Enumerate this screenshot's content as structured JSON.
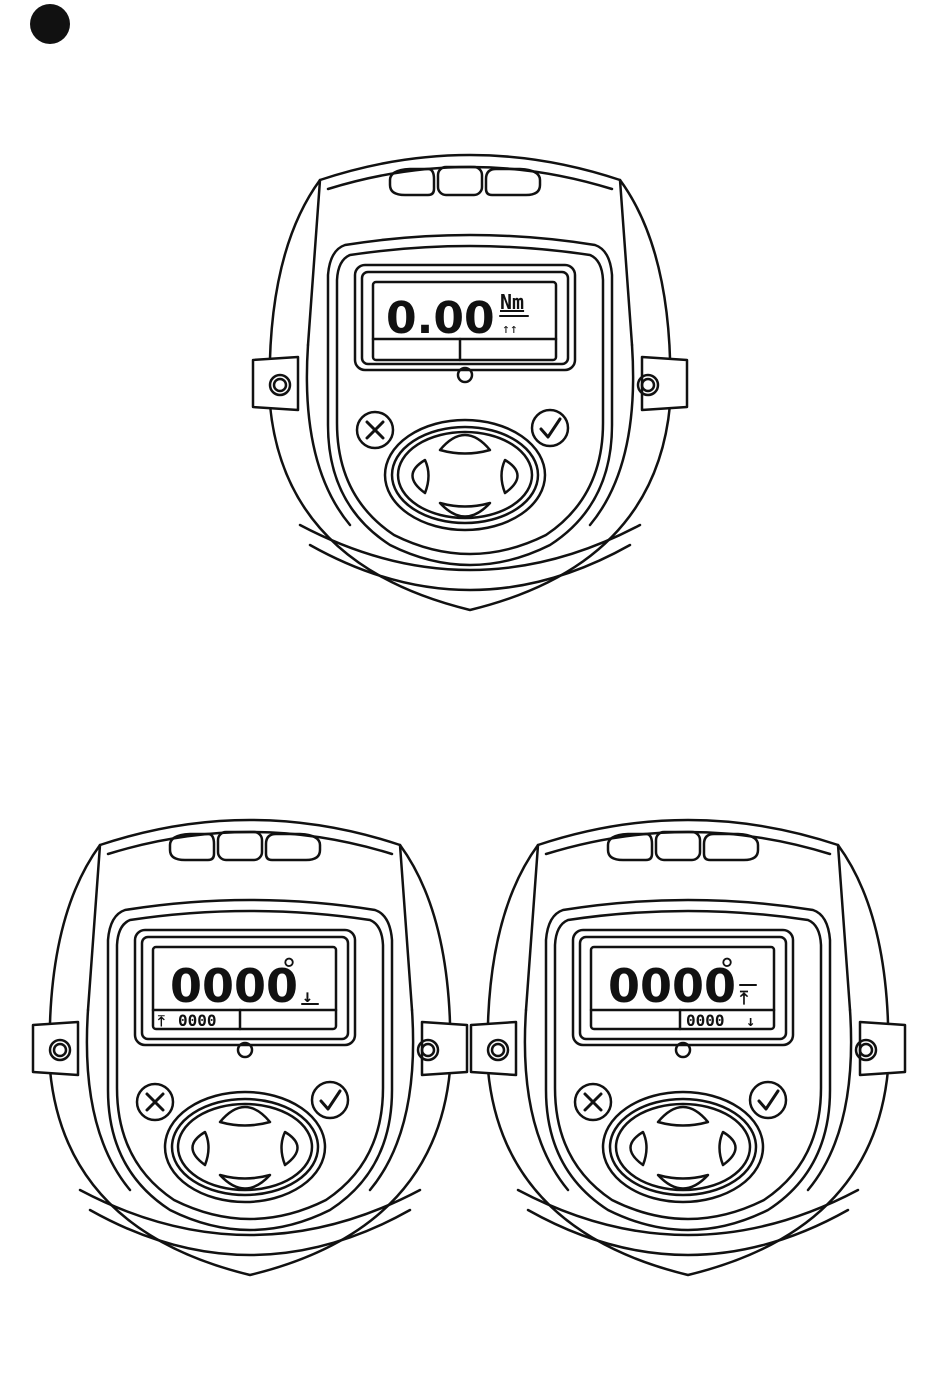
{
  "devices": [
    {
      "id": "torque",
      "display": {
        "main_value": "0.00",
        "unit": "Nm",
        "mode_symbol": "↑↑",
        "sub_left": "",
        "sub_right": ""
      }
    },
    {
      "id": "angle-1",
      "display": {
        "main_value": "0000",
        "unit": "°",
        "mode_symbol": "↓",
        "sub_left": "0000",
        "sub_left_symbol": "⤒",
        "sub_right": ""
      }
    },
    {
      "id": "angle-2",
      "display": {
        "main_value": "0000",
        "unit": "°",
        "mode_symbol": "⤒",
        "sub_left": "",
        "sub_right": "0000",
        "sub_right_symbol": "↓"
      }
    }
  ],
  "icons": {
    "cancel_button": "x-circle-icon",
    "confirm_button": "check-circle-icon",
    "nav_up": "arrow-up-icon",
    "nav_down": "arrow-down-icon",
    "nav_left": "arrow-left-icon",
    "nav_right": "arrow-right-icon",
    "mount_hole": "screw-hole-icon",
    "led": "led-indicator-icon"
  }
}
